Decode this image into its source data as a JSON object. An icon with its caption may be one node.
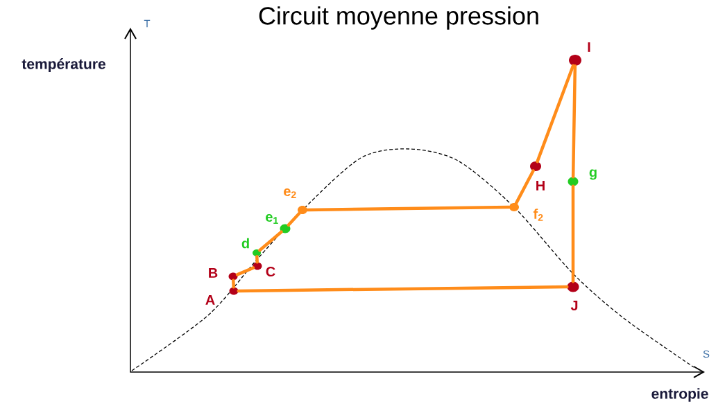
{
  "diagram": {
    "title": "Circuit moyenne pression",
    "nodes": [
      {
        "text": [],
        "shape": "circle",
        "beside": [
          "A"
        ]
      },
      {
        "text": [],
        "shape": "circle",
        "beside": [
          "B"
        ]
      },
      {
        "text": [],
        "shape": "circle",
        "beside": [
          "C"
        ]
      },
      {
        "text": [],
        "shape": "circle",
        "beside": [
          "d"
        ]
      },
      {
        "text": [],
        "shape": "circle",
        "beside": [
          "e$_{1}$"
        ]
      },
      {
        "text": [],
        "shape": "circle",
        "beside": [
          "e$_{2}$"
        ]
      },
      {
        "text": [],
        "shape": "circle",
        "beside": [
          "f$_{2}$"
        ]
      },
      {
        "text": [],
        "shape": "circle",
        "beside": [
          "H"
        ]
      },
      {
        "text": [],
        "shape": "circle",
        "beside": [
          "I"
        ]
      },
      {
        "text": [],
        "shape": "circle",
        "beside": [
          "g"
        ]
      },
      {
        "text": [],
        "shape": "circle",
        "beside": [
          "J"
        ]
      }
    ],
    "edges": [
      {
        "from": 0,
        "to": 1,
        "arrow": "none"
      },
      {
        "from": 1,
        "to": 2,
        "arrow": "none"
      },
      {
        "from": 2,
        "to": 3,
        "arrow": "none"
      },
      {
        "from": 3,
        "to": 4,
        "arrow": "none"
      },
      {
        "from": 4,
        "to": 5,
        "arrow": "none"
      },
      {
        "from": 5,
        "to": 6,
        "arrow": "none"
      },
      {
        "from": 6,
        "to": 7,
        "arrow": "none"
      },
      {
        "from": 7,
        "to": 8,
        "arrow": "none"
      },
      {
        "from": 8,
        "to": 9,
        "arrow": "none"
      },
      {
        "from": 9,
        "to": 10,
        "arrow": "none"
      },
      {
        "from": 10,
        "to": 0,
        "arrow": "none"
      }
    ],
    "labels": [
      "T",
      "température",
      "S",
      "entropie"
    ]
  }
}
